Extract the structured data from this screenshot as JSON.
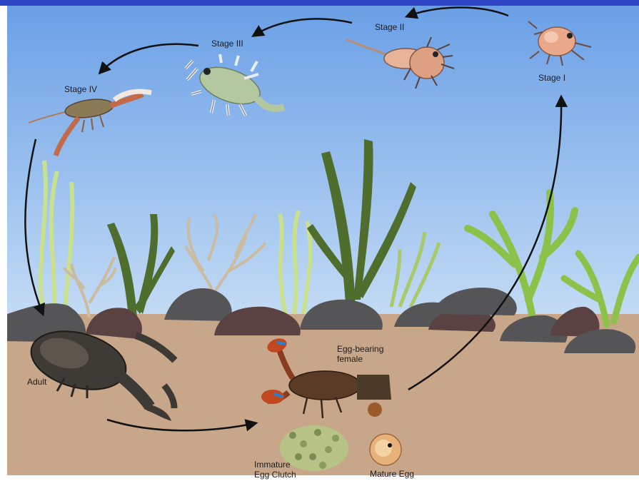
{
  "colors": {
    "top_bar": "#2f46c6",
    "sky_top": "#6a9fe6",
    "sky_bottom": "#c4dcf5",
    "seabed": "#c7a68a",
    "rock": "#555457",
    "rock_dark": "#5a4142",
    "kelp_dark": "#4f6d2c",
    "kelp_light": "#bcd880",
    "weed_bright": "#8cc24a",
    "coral": "#cbbba0",
    "arrow": "#111111"
  },
  "stages": {
    "stage1": "Stage I",
    "stage2": "Stage II",
    "stage3": "Stage III",
    "stage4": "Stage IV"
  },
  "adult": "Adult",
  "egg_bearing": [
    "Egg-bearing",
    "female"
  ],
  "immature_clutch": [
    "Immature",
    "Egg Clutch"
  ],
  "mature_egg": "Mature Egg"
}
